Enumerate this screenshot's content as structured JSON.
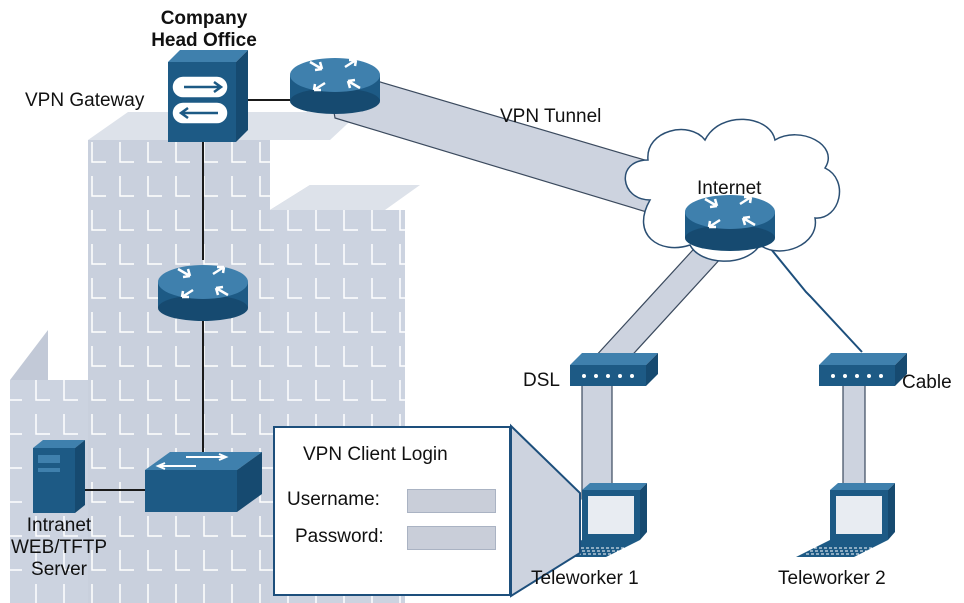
{
  "header": {
    "line1": "Company",
    "line2": "Head Office"
  },
  "labels": {
    "vpn_gateway": "VPN Gateway",
    "vpn_tunnel": "VPN Tunnel",
    "internet": "Internet",
    "dsl": "DSL",
    "cable": "Cable",
    "server_line1": "Intranet",
    "server_line2": "WEB/TFTP",
    "server_line3": "Server",
    "teleworker1": "Teleworker 1",
    "teleworker2": "Teleworker 2"
  },
  "login_box": {
    "title": "VPN Client Login",
    "username_label": "Username:",
    "password_label": "Password:"
  },
  "icons": [
    "firewall-icon",
    "router-icon",
    "switch-icon",
    "server-icon",
    "modem-icon",
    "laptop-icon",
    "cloud-icon",
    "building-icon"
  ],
  "colors": {
    "device": "#1d5a85",
    "device_top": "#3f80ad",
    "building": "#ccd3e0",
    "link": "#cdd3df"
  }
}
